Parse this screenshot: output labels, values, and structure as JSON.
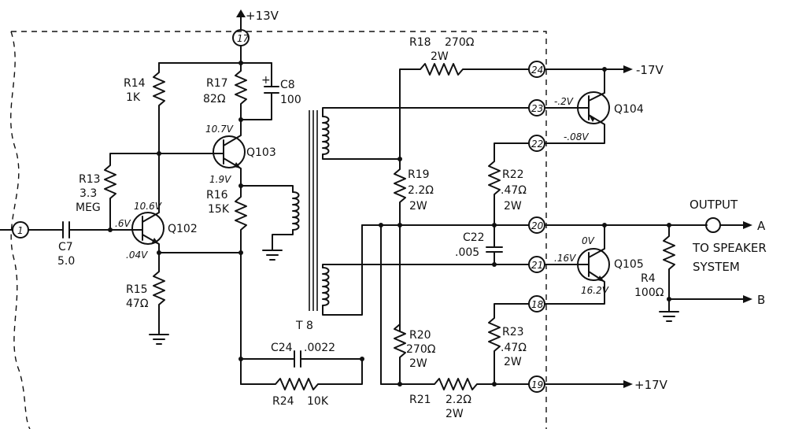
{
  "supply": {
    "top": "+13V",
    "neg": "-17V",
    "pos": "+17V"
  },
  "terminals": [
    "1",
    "17",
    "24",
    "23",
    "22",
    "20",
    "21",
    "18",
    "19"
  ],
  "output": {
    "label": "OUTPUT",
    "a": "A",
    "b": "B",
    "dest1": "TO SPEAKER",
    "dest2": "SYSTEM"
  },
  "parts": {
    "r14": {
      "name": "R14",
      "val": "1K"
    },
    "r17": {
      "name": "R17",
      "val": "82Ω"
    },
    "c8": {
      "name": "C8",
      "val": "100"
    },
    "q103": {
      "name": "Q103"
    },
    "r13": {
      "name": "R13",
      "val": "3.3",
      "unit": "MEG"
    },
    "q102": {
      "name": "Q102"
    },
    "c7": {
      "name": "C7",
      "val": "5.0"
    },
    "r16": {
      "name": "R16",
      "val": "15K"
    },
    "r15": {
      "name": "R15",
      "val": "47Ω"
    },
    "t8": {
      "name": "T 8"
    },
    "c24": {
      "name": "C24",
      "val": ".0022"
    },
    "r24": {
      "name": "R24",
      "val": "10K"
    },
    "r18": {
      "name": "R18",
      "val": "270Ω",
      "watt": "2W"
    },
    "r19": {
      "name": "R19",
      "val": "2.2Ω",
      "watt": "2W"
    },
    "r22": {
      "name": "R22",
      "val": ".47Ω",
      "watt": "2W"
    },
    "c22": {
      "name": "C22",
      "val": ".005"
    },
    "r20": {
      "name": "R20",
      "val": "270Ω",
      "watt": "2W"
    },
    "r23": {
      "name": "R23",
      "val": ".47Ω",
      "watt": "2W"
    },
    "r21": {
      "name": "R21",
      "val": "2.2Ω",
      "watt": "2W"
    },
    "q104": {
      "name": "Q104"
    },
    "q105": {
      "name": "Q105"
    },
    "r4": {
      "name": "R4",
      "val": "100Ω"
    }
  },
  "voltages": {
    "q103_b": "10.7V",
    "q103_e": "1.9V",
    "q102_b": ".6V",
    "q102_c": "10.6V",
    "q102_e": ".04V",
    "q104_b": "-.2V",
    "q104_e": "-.08V",
    "q105_c": "0V",
    "q105_b": ".16V",
    "q105_e": "16.2V"
  }
}
